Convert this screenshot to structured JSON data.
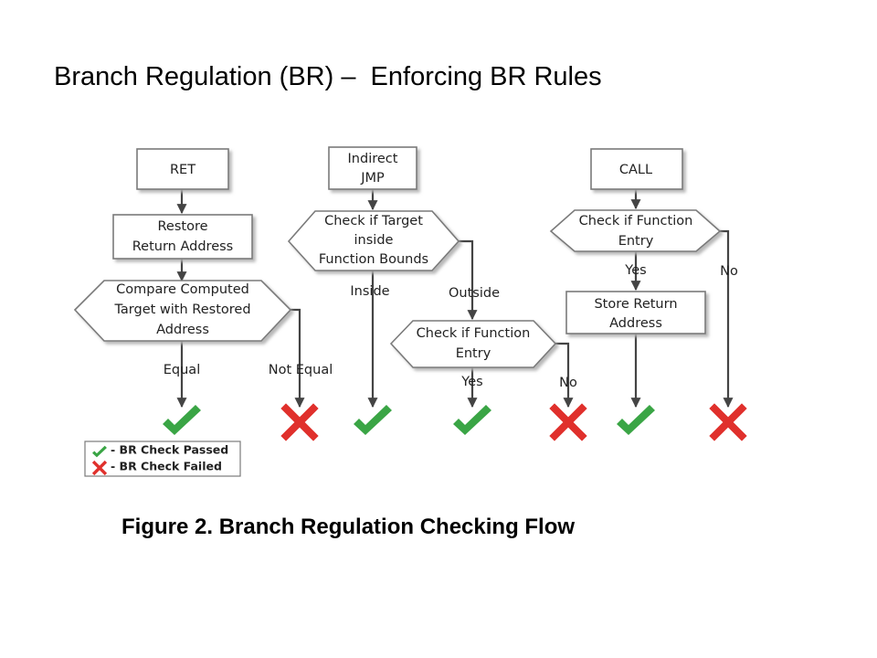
{
  "slide": {
    "title": "Branch Regulation (BR) –  Enforcing BR Rules"
  },
  "colors": {
    "pass": "#3aa545",
    "fail": "#e0302c",
    "line": "#444444",
    "box_border": "#7a7a7a"
  },
  "diagram": {
    "ret_flow": {
      "start": "RET",
      "restore": [
        "Restore",
        "Return Address"
      ],
      "compare": [
        "Compare Computed",
        "Target with Restored",
        "Address"
      ],
      "equal_label": "Equal",
      "not_equal_label": "Not Equal"
    },
    "jmp_flow": {
      "start": [
        "Indirect",
        "JMP"
      ],
      "check_target": [
        "Check if Target",
        "inside",
        "Function Bounds"
      ],
      "inside_label": "Inside",
      "outside_label": "Outside",
      "check_entry": [
        "Check if Function",
        "Entry"
      ],
      "yes_label": "Yes",
      "no_label": "No"
    },
    "call_flow": {
      "start": "CALL",
      "check_entry": [
        "Check if Function",
        "Entry"
      ],
      "yes_label": "Yes",
      "no_label": "No",
      "store": [
        "Store Return",
        "Address"
      ]
    },
    "legend": {
      "passed": "- BR Check Passed",
      "failed": "- BR Check Failed"
    },
    "caption": "Figure 2. Branch Regulation Checking Flow"
  }
}
